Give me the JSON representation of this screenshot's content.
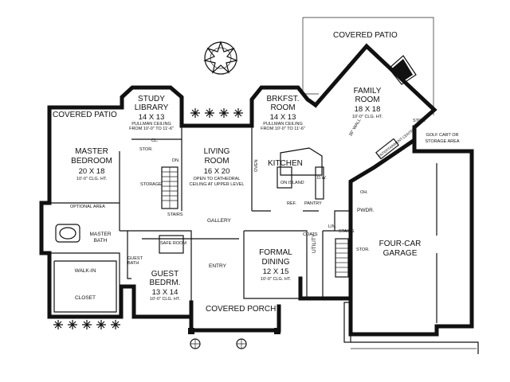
{
  "rooms": {
    "covered_patio_top": {
      "name": "COVERED PATIO"
    },
    "covered_patio_left": {
      "name": "COVERED PATIO"
    },
    "study": {
      "name1": "STUDY",
      "name2": "LIBRARY",
      "dims": "14 X 13",
      "note1": "PULLMAN CEILING",
      "note2": "FROM 10'-0\" TO 11'-6\""
    },
    "brkfst": {
      "name1": "BRKFST.",
      "name2": "ROOM",
      "dims": "14 X 13",
      "note1": "PULLMAN CEILING",
      "note2": "FROM 10'-0\" TO 11'-6\""
    },
    "family": {
      "name1": "FAMILY",
      "name2": "ROOM",
      "dims": "18 X 18",
      "note": "10'-0\" CLG. HT."
    },
    "master_bed": {
      "name1": "MASTER",
      "name2": "BEDROOM",
      "dims": "20 X 18",
      "note": "10'-0\" CLG. HT."
    },
    "living": {
      "name1": "LIVING",
      "name2": "ROOM",
      "dims": "16 X 20",
      "note1": "OPEN TO CATHEDRAL",
      "note2": "CEILING AT UPPER LEVEL"
    },
    "kitchen": {
      "name": "KITCHEN"
    },
    "garage": {
      "name1": "FOUR-CAR",
      "name2": "GARAGE"
    },
    "golf": {
      "name1": "GOLF CART OR",
      "name2": "STORAGE AREA"
    },
    "master_bath": {
      "name1": "MASTER",
      "name2": "BATH"
    },
    "walkin": {
      "name1": "WALK-IN",
      "name2": "CLOSET"
    },
    "guest_bedrm": {
      "name1": "GUEST",
      "name2": "BEDRM.",
      "dims": "13 X 14",
      "note": "10'-0\" CLG. HT."
    },
    "guest_bath": {
      "name1": "GUEST",
      "name2": "BATH"
    },
    "formal_dining": {
      "name1": "FORMAL",
      "name2": "DINING",
      "dims": "12 X 15",
      "note": "10'-0\" CLG. HT."
    },
    "entry": {
      "name": "ENTRY"
    },
    "covered_porch": {
      "name": "COVERED PORCH"
    },
    "gallery": {
      "name": "GALLERY"
    },
    "utility": {
      "name": "UTILITY"
    },
    "pwdr": {
      "name": "PWDR."
    }
  },
  "small_labels": {
    "storage": "STORAGE",
    "stairs_1": "STAIRS",
    "stairs_2": "STAIRS",
    "safe_room": "SAFE ROOM",
    "stor_1": "STOR.",
    "stor_2": "STOR.",
    "stor_3": "STOR.",
    "pantry": "PANTRY",
    "ref": "REF.",
    "coats": "COATS",
    "linen": "LIN.",
    "dn": "DN.",
    "on_island": "ON ISLAND",
    "wall_36": "36\" WALL",
    "entertainment_center": "ENTERTAINMENT CENTER",
    "cl": "CL.",
    "dw": "D.W.",
    "oven": "OVEN",
    "oh": "OH.",
    "opt_area": "OPTIONAL AREA"
  }
}
